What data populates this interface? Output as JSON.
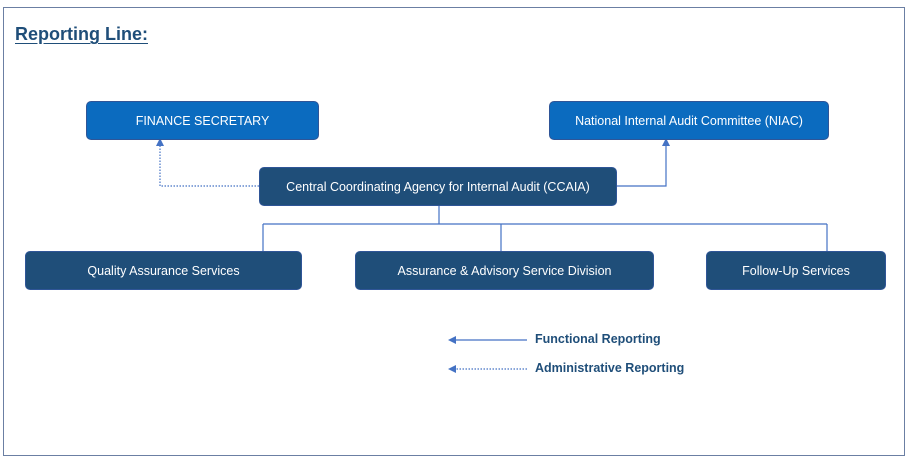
{
  "title": "Reporting Line:",
  "nodes": {
    "finance_secretary": "FINANCE SECRETARY",
    "niac": "National Internal Audit Committee (NIAC)",
    "ccaia": "Central Coordinating Agency for Internal Audit (CCAIA)",
    "quality_assurance": "Quality Assurance Services",
    "assurance_advisory": "Assurance & Advisory Service Division",
    "follow_up": "Follow-Up Services"
  },
  "edges": [
    {
      "from": "ccaia",
      "to": "finance_secretary",
      "type": "administrative"
    },
    {
      "from": "ccaia",
      "to": "niac",
      "type": "functional"
    },
    {
      "from": "ccaia",
      "to": "quality_assurance",
      "type": "hierarchy"
    },
    {
      "from": "ccaia",
      "to": "assurance_advisory",
      "type": "hierarchy"
    },
    {
      "from": "ccaia",
      "to": "follow_up",
      "type": "hierarchy"
    }
  ],
  "legend": {
    "functional": "Functional Reporting",
    "administrative": "Administrative Reporting"
  },
  "colors": {
    "top_box": "#0b6bbf",
    "dark_box": "#1f4e79",
    "line": "#4472c4"
  }
}
